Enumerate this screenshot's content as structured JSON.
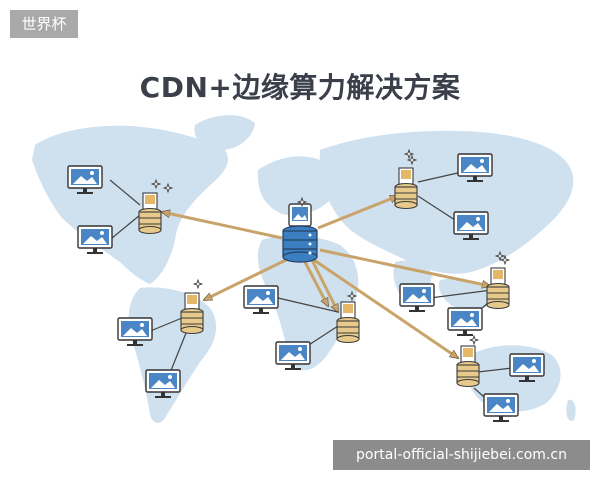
{
  "badge": "世界杯",
  "title": "CDN+边缘算力解决方案",
  "watermark": "portal-official-shijiebei.com.cn",
  "colors": {
    "land": "#cfe0ef",
    "server_body": "#e7c98c",
    "server_stroke": "#3b3b3b",
    "central_server": "#3a7fc1",
    "arrow": "#c9a46a",
    "monitor_screen": "#4a86c5",
    "wire": "#444444"
  },
  "diagram": {
    "central_node": "central-cdn-server",
    "edge_nodes": [
      "edge-north-america",
      "edge-south-america",
      "edge-africa",
      "edge-asia-north",
      "edge-asia-east",
      "edge-oceania"
    ]
  }
}
